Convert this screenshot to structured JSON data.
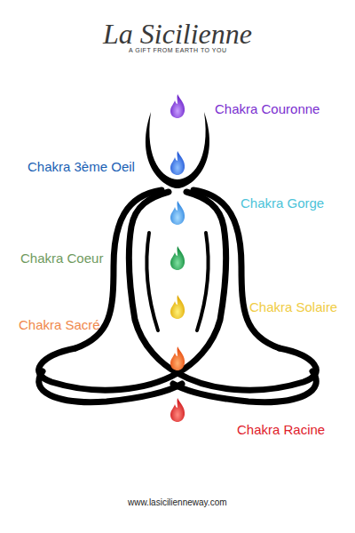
{
  "diagram": {
    "title": "La Sicilienne",
    "caption": "www.lasicilienneway.com",
    "labels": [
      "A GIFT FROM EARTH TO YOU",
      "Chakra Couronne",
      "Chakra 3ème Oeil",
      "Chakra Gorge",
      "Chakra Coeur",
      "Chakra Solaire",
      "Chakra Sacré",
      "Chakra Racine"
    ]
  }
}
